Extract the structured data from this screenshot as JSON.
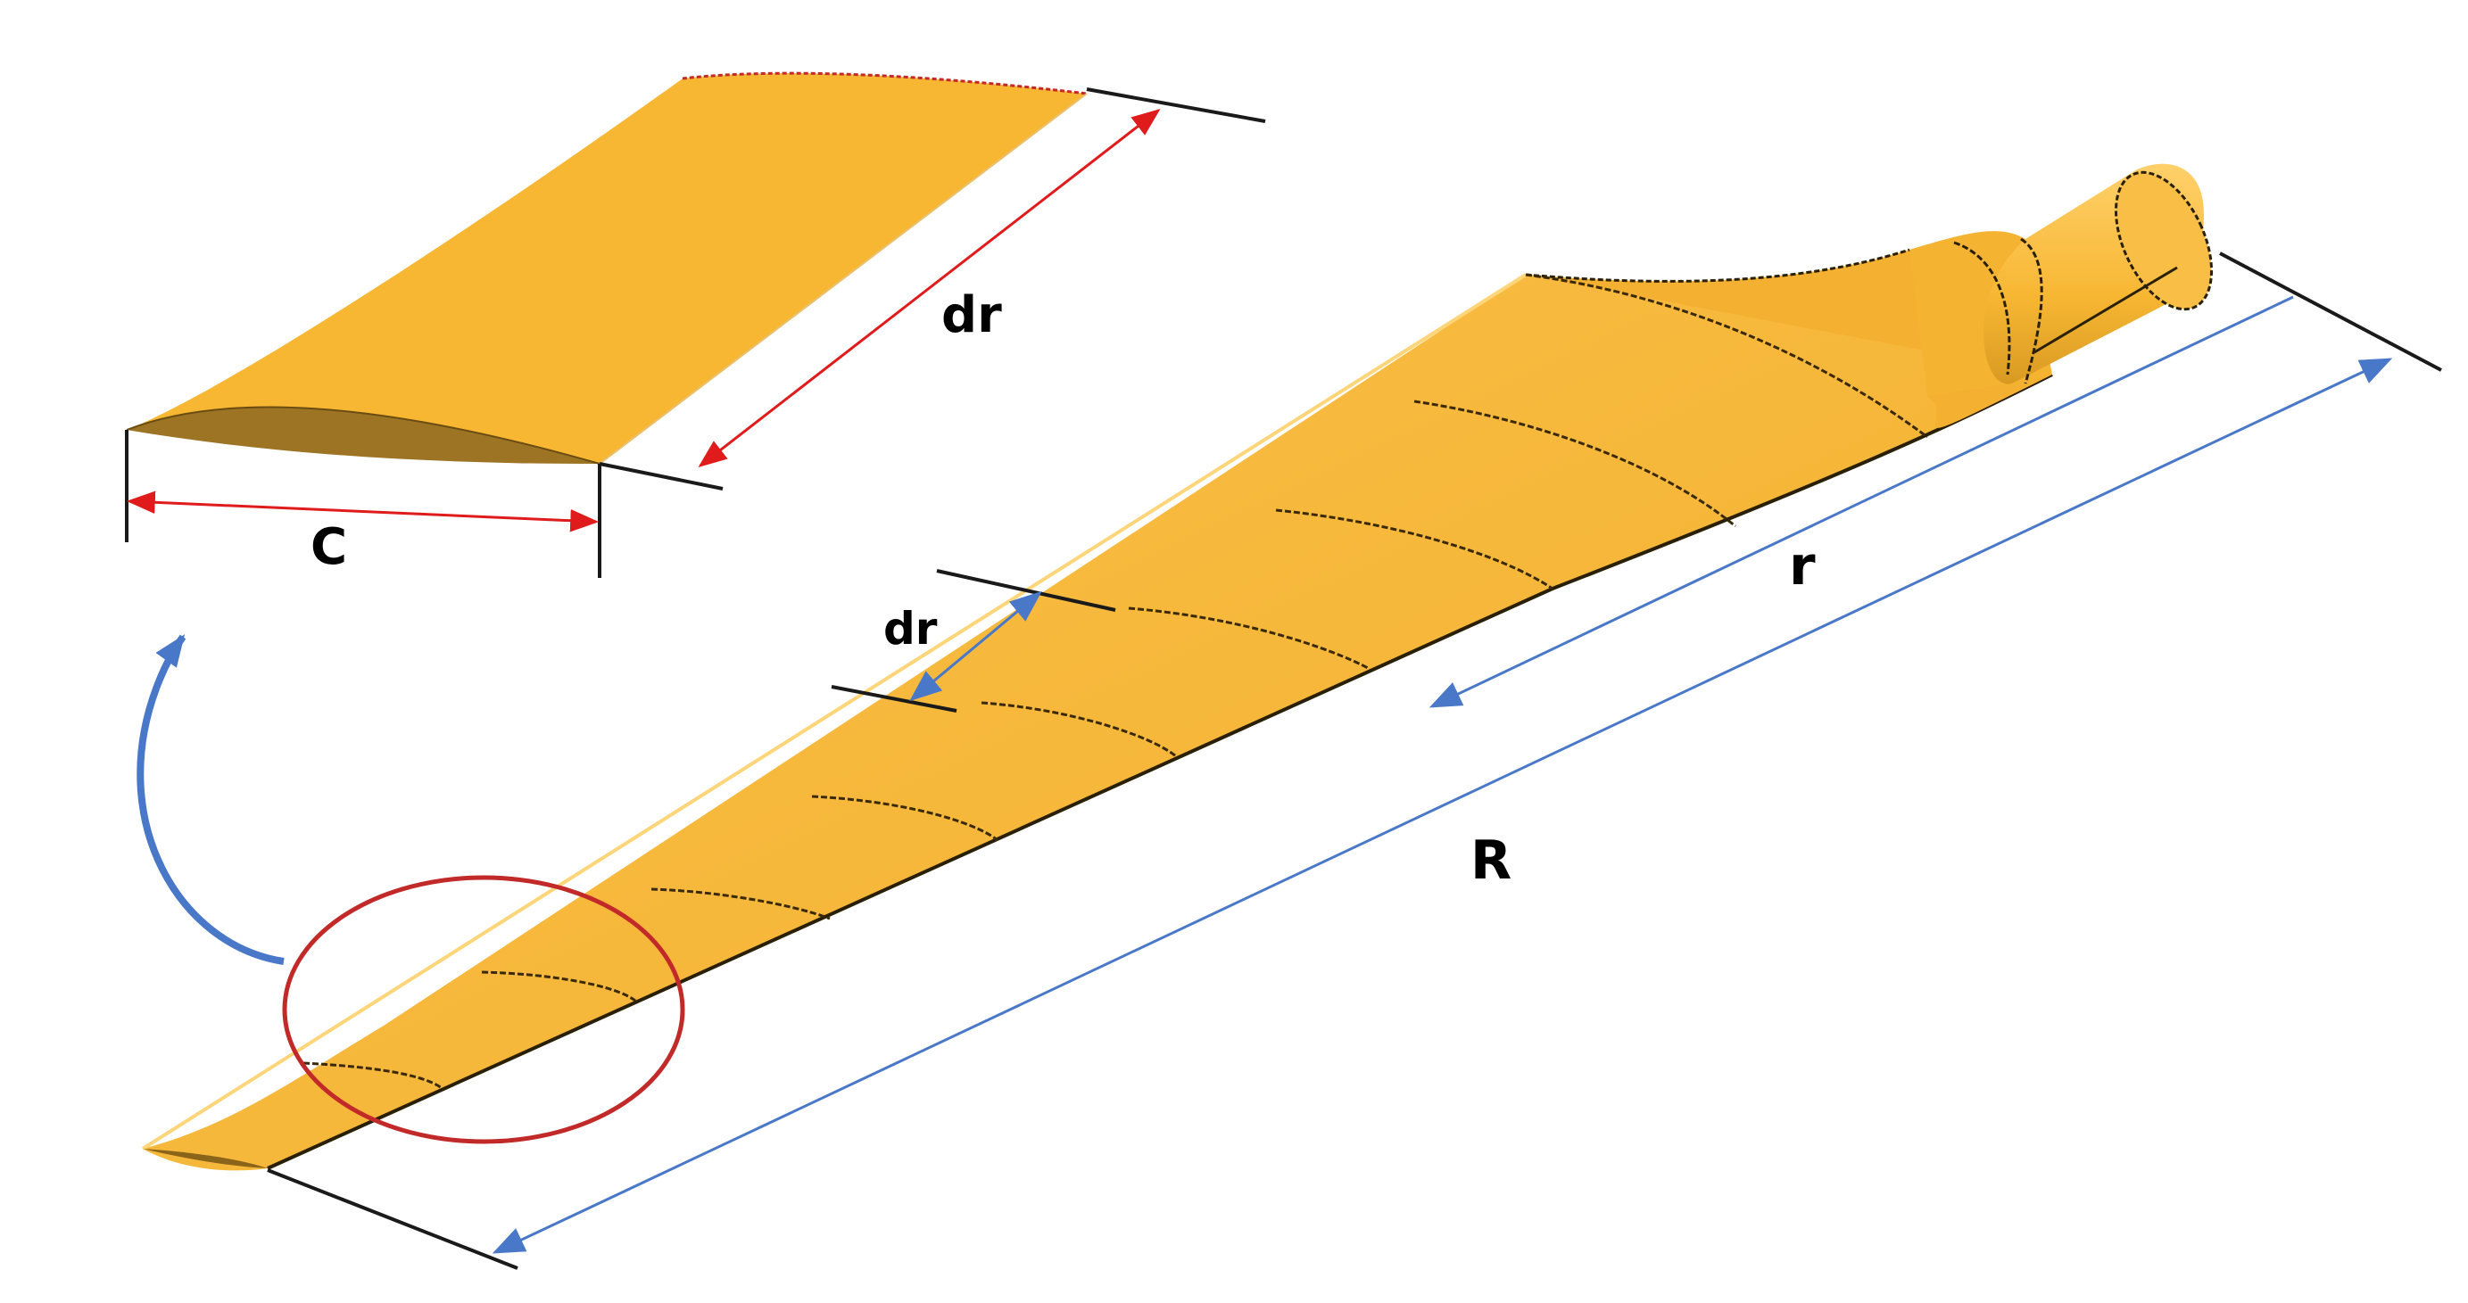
{
  "labels": {
    "element_width_top": "dr",
    "chord": "C",
    "element_width_blade": "dr",
    "local_radius": "r",
    "blade_radius": "R"
  },
  "colors": {
    "blade_fill": "#F7B733",
    "blade_fill_light": "#FBC24A",
    "blade_shadow": "#9C7424",
    "section_lines": "#3A2A0A",
    "dimension_red": "#E01B1B",
    "dimension_blue": "#4A78C8",
    "highlight_circle": "#C22A2A",
    "arrow_blue": "#4A78C8",
    "extension_lines": "#1A1A1A"
  }
}
